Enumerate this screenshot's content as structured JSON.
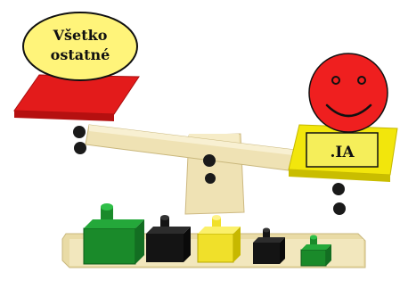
{
  "labels": {
    "left_bubble_line1": "Všetko",
    "left_bubble_line2": "ostatné",
    "right_tag": ".IA"
  },
  "colors": {
    "left_pan": "#e31b1b",
    "right_pan": "#f2e60c",
    "bubble": "#fff47a",
    "smiley": "#ef1f1f",
    "wood": "#efe2b4",
    "weights": [
      "#1a8a2a",
      "#141414",
      "#f0e02a",
      "#141414",
      "#1a8a2a"
    ]
  },
  "icons": {
    "face": "smiley-face-icon"
  }
}
